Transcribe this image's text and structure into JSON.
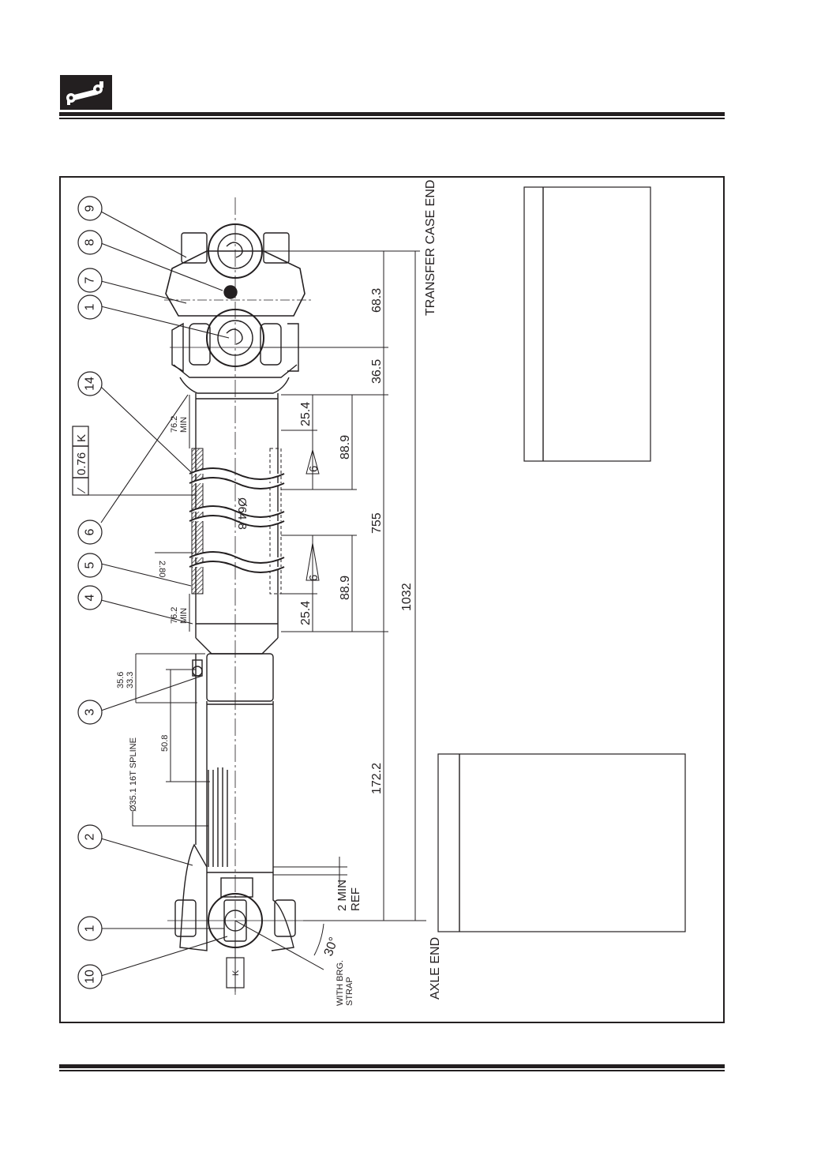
{
  "labels": {
    "transfer_case_end": "TRANSFER CASE END",
    "axle_end": "AXLE END",
    "with_brg_strap": "WITH BRG.\nSTRAP",
    "spline": "Ø35.1 16T SPLINE",
    "diameter": "Ø64.8",
    "wall": "2.80",
    "tolerance_value": "0.76",
    "tolerance_datum": "K",
    "datum_k": "K",
    "angle": "30°",
    "two_min": "2 MIN",
    "ref": "REF",
    "min_upper": "MIN",
    "min_lower": "MIN",
    "weld_upper": "6",
    "weld_lower": "6"
  },
  "dimensions": {
    "d_68_3": "68.3",
    "d_36_5": "36.5",
    "d_25_4_a": "25.4",
    "d_88_9_a": "88.9",
    "d_755": "755",
    "d_88_9_b": "88.9",
    "d_25_4_b": "25.4",
    "d_1032": "1032",
    "d_172_2": "172.2",
    "d_76_2_a": "76.2",
    "d_76_2_b": "76.2",
    "d_35_6": "35.6",
    "d_33_3": "33.3",
    "d_50_8": "50.8"
  },
  "callouts": [
    "9",
    "8",
    "7",
    "1",
    "14",
    "6",
    "5",
    "4",
    "3",
    "2",
    "1",
    "10"
  ]
}
